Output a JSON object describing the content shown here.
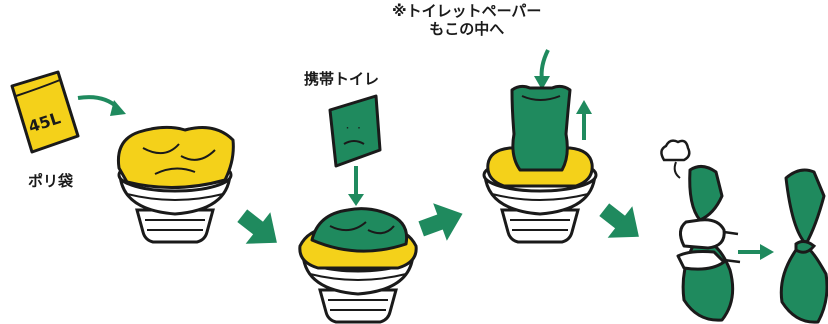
{
  "labels": {
    "plastic_bag": "ポリ袋",
    "bag_size": "45L",
    "portable_toilet": "携帯トイレ",
    "note_line1": "※トイレットペーパー",
    "note_line2": "もこの中へ"
  },
  "colors": {
    "yellow": "#F4D11A",
    "green": "#1F8A5E",
    "outline": "#1a1a1a",
    "porcelain": "#ffffff"
  },
  "icons": [
    "toilet-icon",
    "plastic-bag-icon",
    "portable-toilet-bag-icon",
    "tied-bag-icon",
    "hand-icon",
    "arrow-icon",
    "stink-cloud-icon"
  ]
}
